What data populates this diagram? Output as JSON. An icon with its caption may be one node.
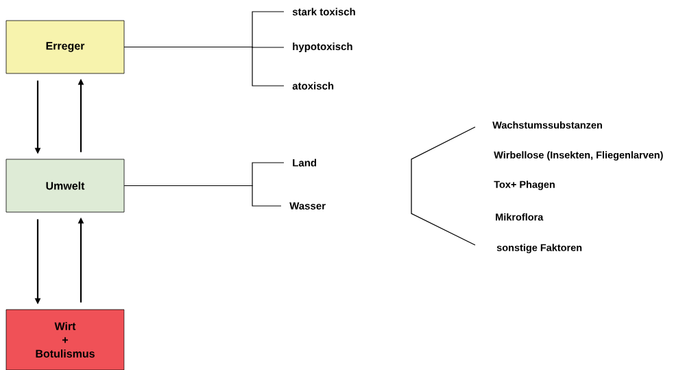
{
  "diagram": {
    "nodes": [
      {
        "text": [
          "Erreger"
        ]
      },
      {
        "text": [
          "Umwelt"
        ]
      },
      {
        "text": [
          "Wirt + Botulismus"
        ]
      },
      {
        "text": [
          "stark toxisch"
        ]
      },
      {
        "text": [
          "hypotoxisch"
        ]
      },
      {
        "text": [
          "atoxisch"
        ]
      },
      {
        "text": [
          "Land"
        ]
      },
      {
        "text": [
          "Wasser"
        ]
      }
    ],
    "edges": [
      {
        "from": 0,
        "to": 1,
        "arrow": "to"
      },
      {
        "from": 1,
        "to": 0,
        "arrow": "to"
      },
      {
        "from": 1,
        "to": 2,
        "arrow": "to"
      },
      {
        "from": 2,
        "to": 1,
        "arrow": "to"
      },
      {
        "from": 0,
        "to": 3,
        "arrow": "none"
      },
      {
        "from": 0,
        "to": 4,
        "arrow": "none"
      },
      {
        "from": 0,
        "to": 5,
        "arrow": "none"
      },
      {
        "from": 1,
        "to": 6,
        "arrow": "none"
      },
      {
        "from": 1,
        "to": 7,
        "arrow": "none"
      }
    ],
    "labels": [
      "Wachstumssubstanzen",
      "Wirbellose (Insekten, Fliegenlarven)",
      "Tox+ Phagen",
      "Mikroflora",
      "sonstige Faktoren"
    ]
  }
}
